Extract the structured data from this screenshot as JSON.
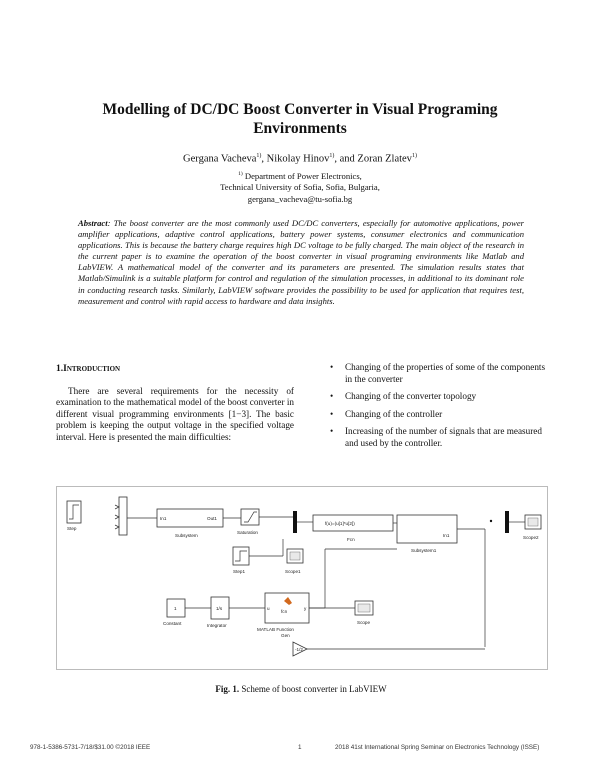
{
  "paper": {
    "title": "Modelling of DC/DC Boost Converter in Visual Programing Environments",
    "authors": [
      {
        "name": "Gergana Vacheva",
        "sup": "1)",
        "sep": ", "
      },
      {
        "name": "Nikolay Hinov",
        "sup": "1)",
        "sep": ", and "
      },
      {
        "name": "Zoran Zlatev",
        "sup": "1)",
        "sep": ""
      }
    ],
    "affiliation": {
      "sup": "1)",
      "line1": " Department of Power Electronics,",
      "line2": "Technical University of Sofia, Sofia, Bulgaria,",
      "line3": "gergana_vacheva@tu-sofia.bg"
    },
    "abstract_label": "Abstract",
    "abstract_text": ": The boost converter are the most commonly used DC/DC converters, especially for automotive applications, power amplifier applications, adaptive control applications, battery power systems, consumer electronics and communication applications. This is because the battery charge requires high DC voltage to be fully charged. The main object of the research in the current paper is to examine the operation of the boost converter in visual programing environments like Matlab and LabVIEW. A mathematical model of the converter and its parameters are presented. The simulation results states that Matlab/Simulink is a suitable platform for control and regulation of the simulation processes, in additional to its dominant role in conducting research tasks. Similarly, LabVIEW software provides the possibility to be used for application that requires test, measurement and control with rapid access to hardware and data insights.",
    "section_number": "1.",
    "section_title": "Introduction",
    "intro_paragraph": "There are several requirements for the necessity of examination to the mathematical model of the boost converter in different visual programming environments [1−3]. The basic problem is keeping the output voltage in the specified voltage interval. Here is presented the main difficulties:",
    "bullets": [
      "Changing of the properties of some of the components in the converter",
      "Changing of the converter topology",
      "Changing of the controller",
      "Increasing of the number of signals that are measured and used by the controller."
    ],
    "figure": {
      "labels": {
        "step": "Step",
        "subsystem": "Subsystem",
        "in1": "In1",
        "out1": "Out1",
        "saturation": "Saturation",
        "fcn_expr": "f(u)=(u[1]*u[2])",
        "fcn": "Fcn",
        "subsystem1": "Subsystem1",
        "scope2": "Scope2",
        "step1": "Step1",
        "scope1": "Scope1",
        "constant_val": "1",
        "constant": "Constant",
        "integrator_sym": "1/s",
        "integrator": "Integrator",
        "matlab_fn": "MATLAB Function",
        "gen": "Gen",
        "fn_icon": "fcn",
        "fn_u": "u",
        "fn_y": "y",
        "scope": "Scope",
        "gain_val": "-1/2"
      },
      "caption_label": "Fig. 1.",
      "caption_text": " Scheme of boost converter in LabVIEW"
    },
    "footer": {
      "left": "978-1-5386-5731-7/18/$31.00 ©2018 IEEE",
      "page": "1",
      "right": "2018 41st International Spring Seminar on Electronics Technology (ISSE)"
    }
  }
}
